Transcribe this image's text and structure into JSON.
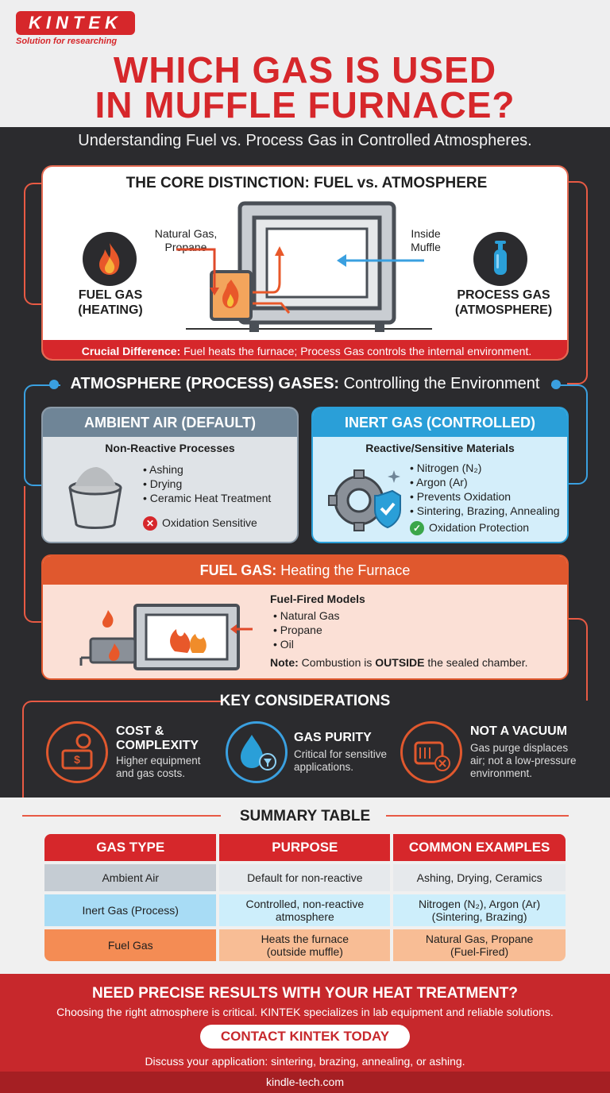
{
  "brand": {
    "logo": "KINTEK",
    "tagline": "Solution for researching"
  },
  "title_line1": "WHICH GAS IS USED",
  "title_line2": "IN MUFFLE FURNACE?",
  "subtitle": "Understanding Fuel vs. Process Gas in Controlled Atmospheres.",
  "core": {
    "title": "THE CORE DISTINCTION: FUEL vs. ATMOSPHERE",
    "fuel_label": "FUEL GAS\n(HEATING)",
    "fuel_line1": "FUEL GAS",
    "fuel_line2": "(HEATING)",
    "fuel_examples_1": "Natural Gas,",
    "fuel_examples_2": "Propane",
    "process_line1": "PROCESS GAS",
    "process_line2": "(ATMOSPHERE)",
    "inside_1": "Inside",
    "inside_2": "Muffle",
    "crucial_bold": "Crucial Difference:",
    "crucial_text": " Fuel heats the furnace; Process Gas controls the internal environment."
  },
  "atmosphere": {
    "heading_bold": "ATMOSPHERE (PROCESS) GASES:",
    "heading_rest": " Controlling the Environment",
    "ambient": {
      "title": "AMBIENT AIR (DEFAULT)",
      "subtitle": "Non-Reactive Processes",
      "items": [
        "Ashing",
        "Drying",
        "Ceramic Heat Treatment"
      ],
      "badge": "Oxidation Sensitive"
    },
    "inert": {
      "title": "INERT GAS (CONTROLLED)",
      "subtitle": "Reactive/Sensitive Materials",
      "items": [
        "Nitrogen (N₂)",
        "Argon (Ar)",
        "Prevents Oxidation",
        "Sintering, Brazing, Annealing"
      ],
      "badge": "Oxidation Protection"
    }
  },
  "fuel": {
    "title_bold": "FUEL GAS:",
    "title_rest": " Heating the Furnace",
    "subtitle": "Fuel-Fired Models",
    "items": [
      "Natural Gas",
      "Propane",
      "Oil"
    ],
    "note_bold": "Note:",
    "note_pre": " Combustion is ",
    "note_em": "OUTSIDE",
    "note_post": " the sealed chamber."
  },
  "considerations": {
    "title": "KEY CONSIDERATIONS",
    "items": [
      {
        "head1": "COST &",
        "head2": "COMPLEXITY",
        "text1": "Higher equipment",
        "text2": "and gas costs."
      },
      {
        "head1": "GAS PURITY",
        "head2": "",
        "text1": "Critical for sensitive",
        "text2": "applications."
      },
      {
        "head1": "NOT A VACUUM",
        "head2": "",
        "text1": "Gas purge displaces",
        "text2": "air; not a low-pressure",
        "text3": "environment."
      }
    ]
  },
  "summary": {
    "title": "SUMMARY TABLE",
    "headers": [
      "GAS TYPE",
      "PURPOSE",
      "COMMON EXAMPLES"
    ],
    "rows": [
      {
        "type": "Ambient Air",
        "purpose": "Default for non-reactive",
        "examples": "Ashing, Drying, Ceramics"
      },
      {
        "type": "Inert Gas (Process)",
        "purpose1": "Controlled, non-reactive",
        "purpose2": "atmosphere",
        "examples1": "Nitrogen (N₂), Argon (Ar)",
        "examples2": "(Sintering, Brazing)"
      },
      {
        "type": "Fuel Gas",
        "purpose1": "Heats the furnace",
        "purpose2": "(outside muffle)",
        "examples1": "Natural Gas, Propane",
        "examples2": "(Fuel-Fired)"
      }
    ]
  },
  "footer": {
    "heading": "NEED PRECISE RESULTS WITH YOUR HEAT TREATMENT?",
    "text": "Choosing the right atmosphere is critical. KINTEK specializes in lab equipment and reliable solutions.",
    "cta": "CONTACT KINTEK TODAY",
    "text2": "Discuss your application: sintering, brazing, annealing, or ashing.",
    "url": "kindle-tech.com"
  },
  "colors": {
    "brand_red": "#d6272b",
    "dark_bg": "#2b2b2e",
    "ambient_head": "#6f8597",
    "inert_head": "#2a9fd8",
    "fuel_head": "#e0582e",
    "accent_orange": "#e85a44",
    "accent_blue": "#3aa0e0"
  }
}
